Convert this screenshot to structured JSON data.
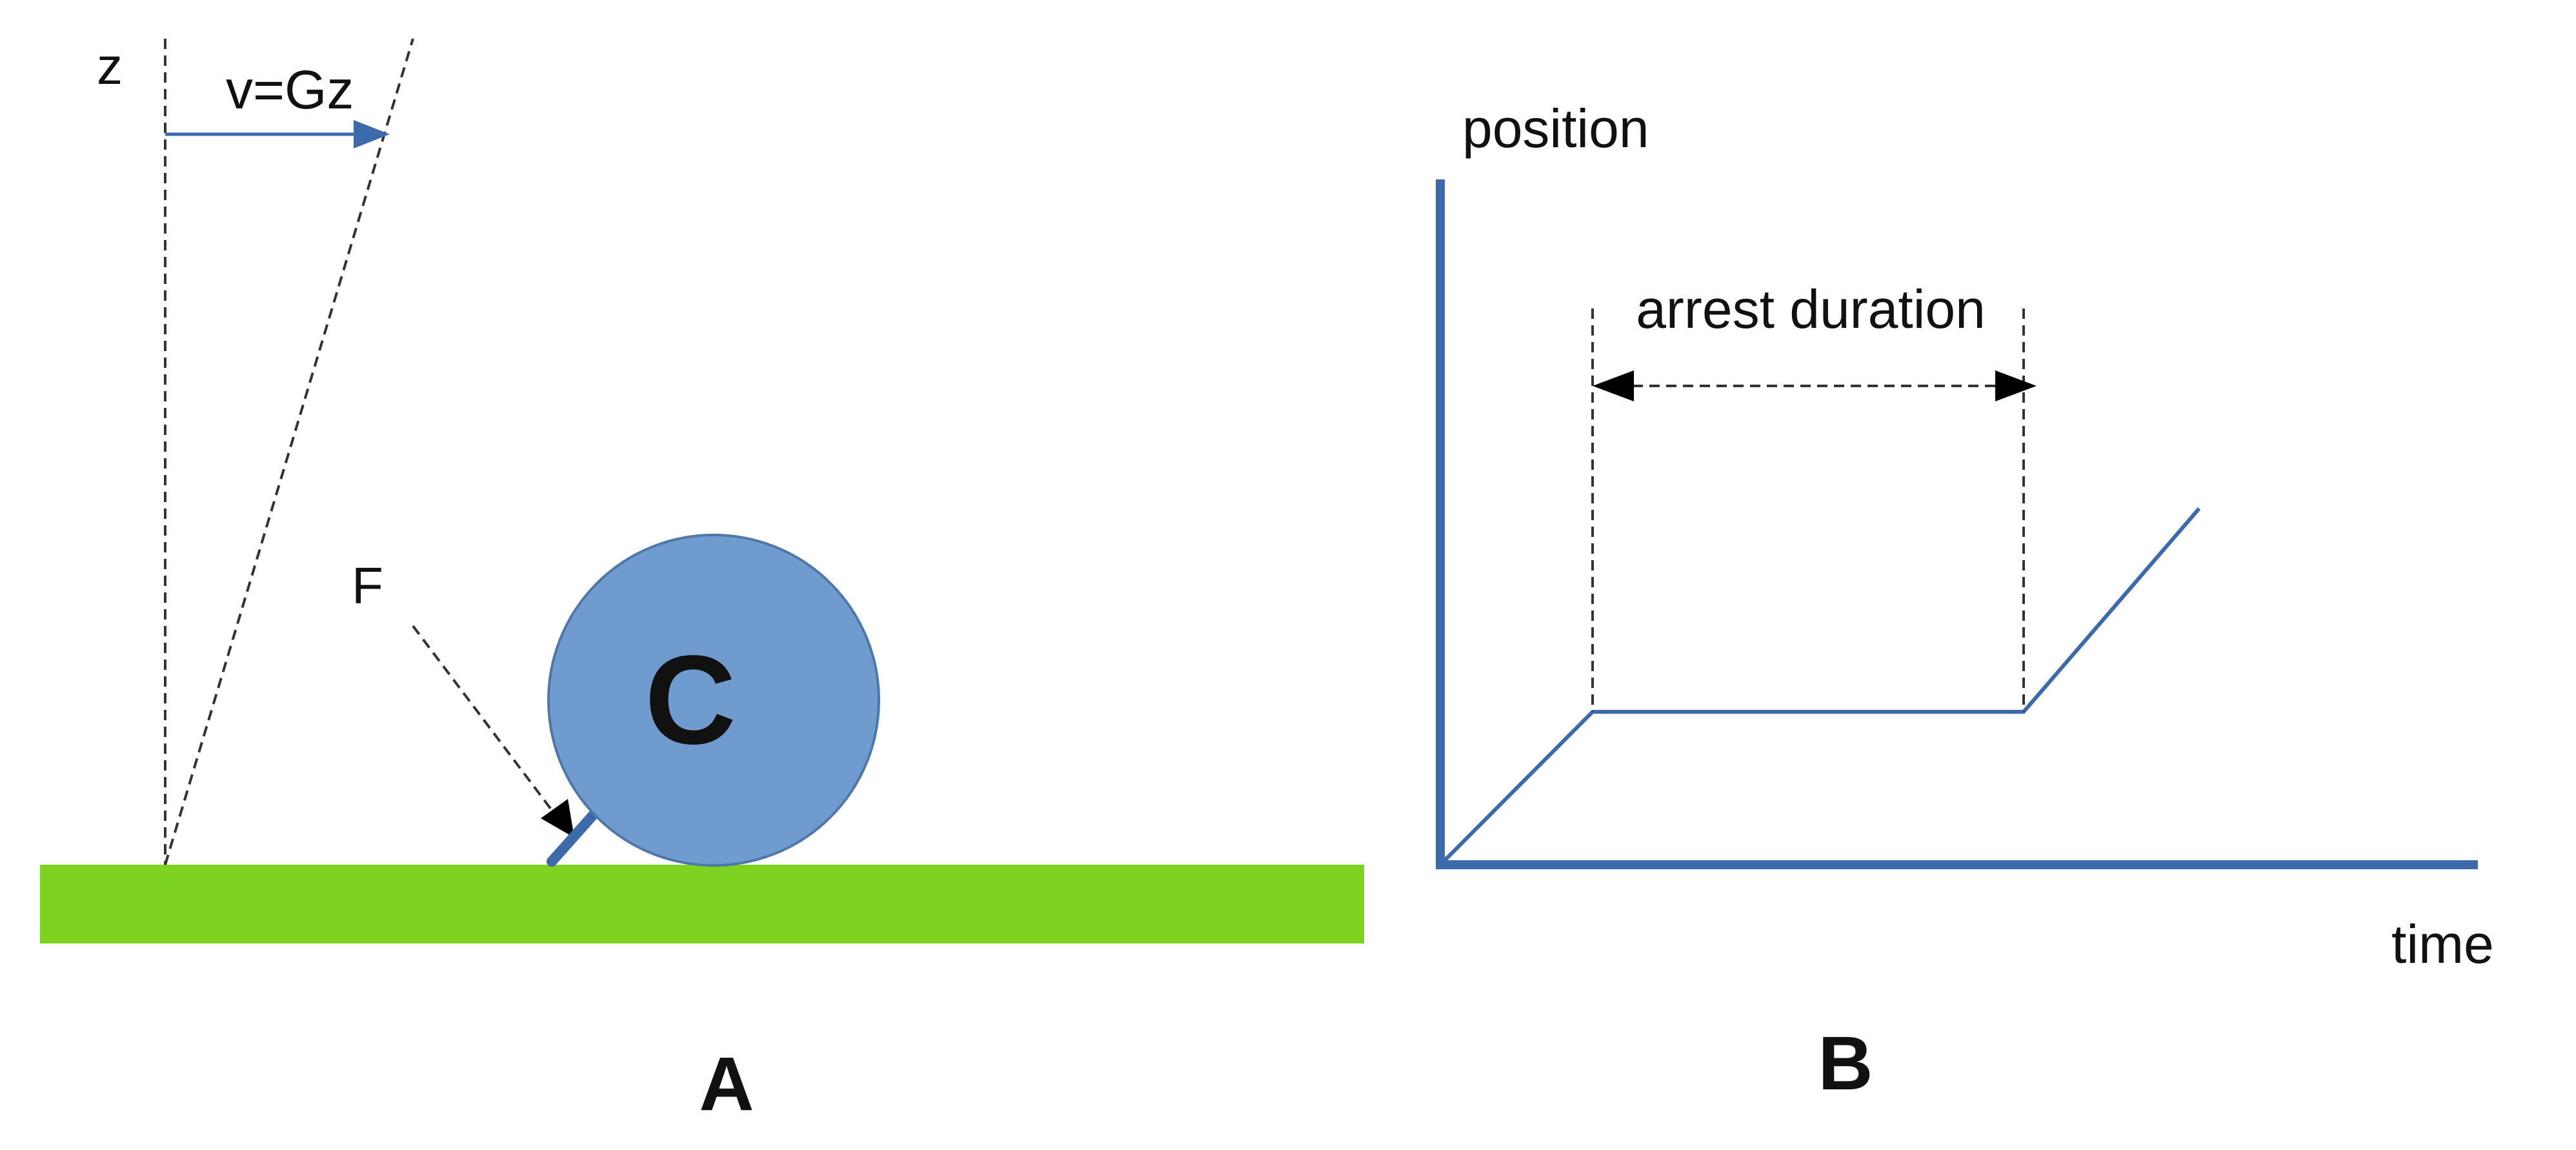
{
  "panel_a": {
    "label": "A",
    "z_label": "z",
    "velocity_label": "v=Gz",
    "force_label": "F",
    "cell_label": "C"
  },
  "panel_b": {
    "label": "B",
    "y_axis_label": "position",
    "x_axis_label": "time",
    "interval_label": "arrest duration"
  },
  "colors": {
    "substrate": "#7ed321",
    "cell_fill": "#6f9bcf",
    "cell_stroke": "#4f77a8",
    "blue": "#3d6aaa",
    "arrow": "#000000"
  }
}
